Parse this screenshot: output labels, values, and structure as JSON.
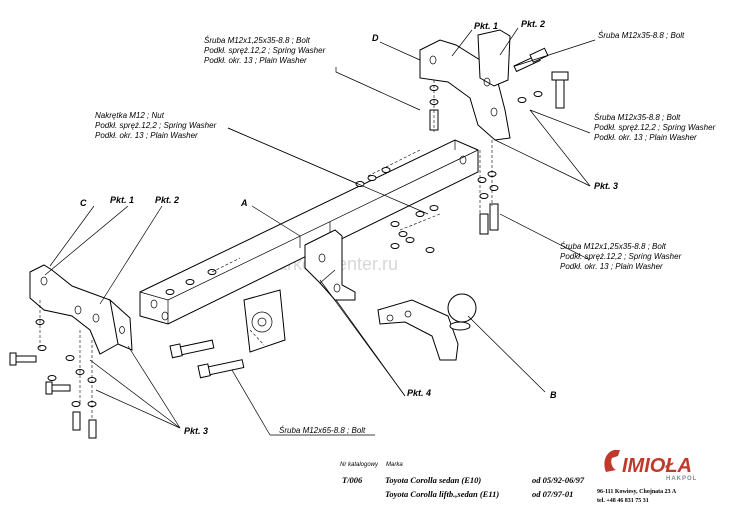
{
  "watermark": "farkop-center.ru",
  "letters": {
    "a": "A",
    "b": "B",
    "c": "C",
    "d": "D"
  },
  "pkt": {
    "pkt1_top": "Pkt. 1",
    "pkt2_top": "Pkt. 2",
    "pkt1_left": "Pkt. 1",
    "pkt2_left": "Pkt. 2",
    "pkt3_right": "Pkt. 3",
    "pkt3_bottom": "Pkt. 3",
    "pkt4": "Pkt. 4"
  },
  "labels": {
    "top_left": [
      "Śruba M12x1,25x35-8.8 ; Bolt",
      "Podkł. spręż.12,2 ; Spring Washer",
      "Podkł. okr. 13 ; Plain Washer"
    ],
    "top_right": [
      "Śruba M12x35-8.8 ; Bolt"
    ],
    "nut_group": [
      "Nakrętka M12 ; Nut",
      "Podkł. spręż.12,2 ; Spring Washer",
      "Podkł. okr. 13 ; Plain Washer"
    ],
    "right_mid": [
      "Śruba M12x35-8.8 ; Bolt",
      "Podkł. spręż.12,2 ; Spring Washer",
      "Podkł. okr. 13 ; Plain Washer"
    ],
    "right_low": [
      "Śruba M12x1,25x35-8.8 ; Bolt",
      "Podkł. spręż.12,2 ; Spring Washer",
      "Podkł. okr. 13 ; Plain Washer"
    ],
    "bottom_bolt": [
      "Śruba M12x65-8.8 ; Bolt"
    ]
  },
  "table": {
    "catalog_header": "Nr katalogowy",
    "brand_header": "Marka",
    "catalog_no": "T/006",
    "rows": [
      {
        "model": "Toyota Corolla sedan (E10)",
        "dates": "od 05/92-06/97"
      },
      {
        "model": "Toyota Corolla liftb.,sedan (E11)",
        "dates": "od 07/97-01"
      }
    ]
  },
  "company": {
    "logo": "IMIOŁA",
    "sub": "HAKPOL",
    "address": "96-111 Kowiesy, Chojnata 23 A",
    "phone": "tel. +48 46 831 75 31"
  }
}
